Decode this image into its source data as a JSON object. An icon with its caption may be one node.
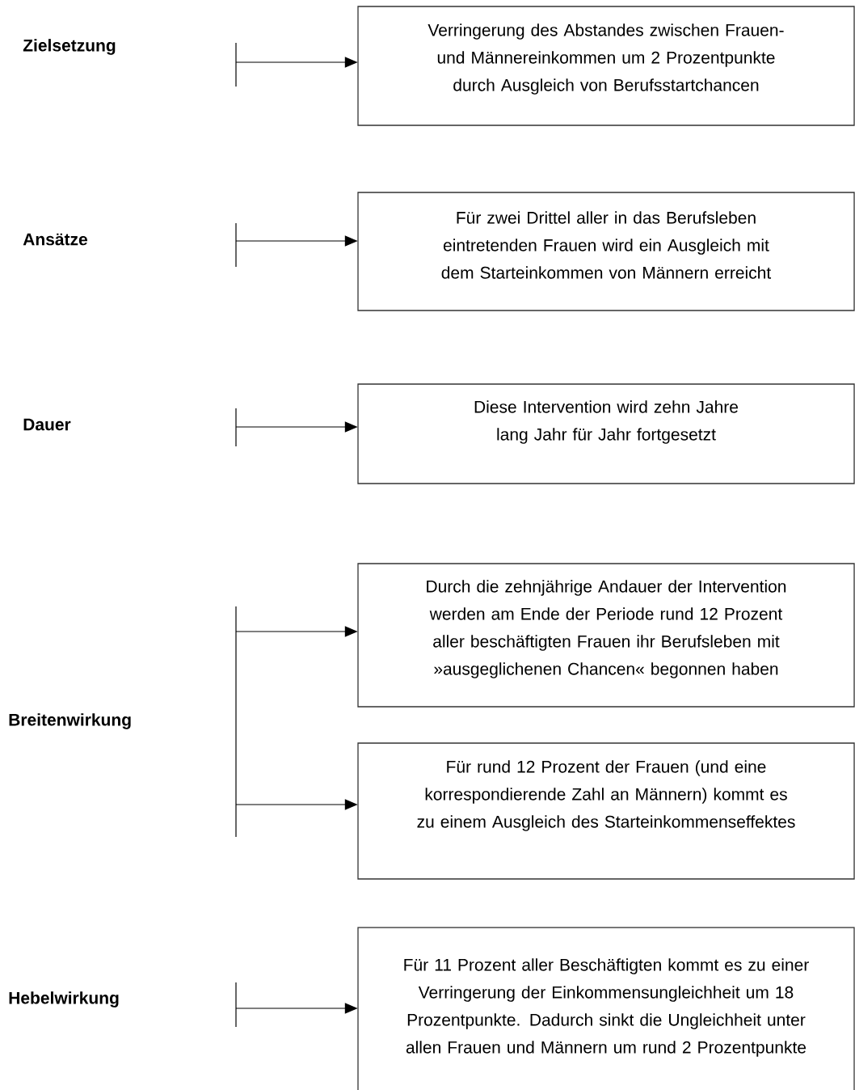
{
  "diagram": {
    "nodes": [
      {
        "text": [
          "Verringerung des Abstandes zwischen Frauen- und Männereinkommen um 2 Prozentpunkte durch Ausgleich von Berufsstartchancen"
        ]
      },
      {
        "text": [
          "Für zwei Drittel aller in das Berufsleben eintretenden Frauen wird ein Ausgleich mit dem Starteinkommen von Männern erreicht"
        ]
      },
      {
        "text": [
          "Diese Intervention wird zehn Jahre lang Jahr für Jahr fortgesetzt"
        ]
      },
      {
        "text": [
          "Durch die zehnjährige Andauer der Intervention werden am Ende der Periode rund 12 Prozent aller beschäftigten Frauen ihr Berufsleben mit »ausgeglichenen Chancen« begonnen haben"
        ]
      },
      {
        "text": [
          "Für rund 12 Prozent der Frauen (und eine korrespondierende Zahl an Männern) kommt es zu einem Ausgleich des Starteinkommenseffektes"
        ]
      },
      {
        "text": [
          "Für 11 Prozent aller Beschäftigten kommt es zu einer Verringerung der Einkommensungleichheit um 18 Prozentpunkte. Dadurch sinkt die Ungleichheit unter allen Frauen und Männern um rund 2 Prozentpunkte"
        ]
      }
    ],
    "edges": [
      {
        "from": null,
        "to": 0,
        "arrow": "to"
      },
      {
        "from": null,
        "to": 1,
        "arrow": "to"
      },
      {
        "from": null,
        "to": 2,
        "arrow": "to"
      },
      {
        "from": null,
        "to": 3,
        "arrow": "to"
      },
      {
        "from": null,
        "to": 4,
        "arrow": "to"
      },
      {
        "from": null,
        "to": 5,
        "arrow": "to"
      }
    ],
    "labels": [
      "Zielsetzung",
      "Ansätze",
      "Dauer",
      "Breitenwirkung",
      "Hebelwirkung"
    ]
  }
}
